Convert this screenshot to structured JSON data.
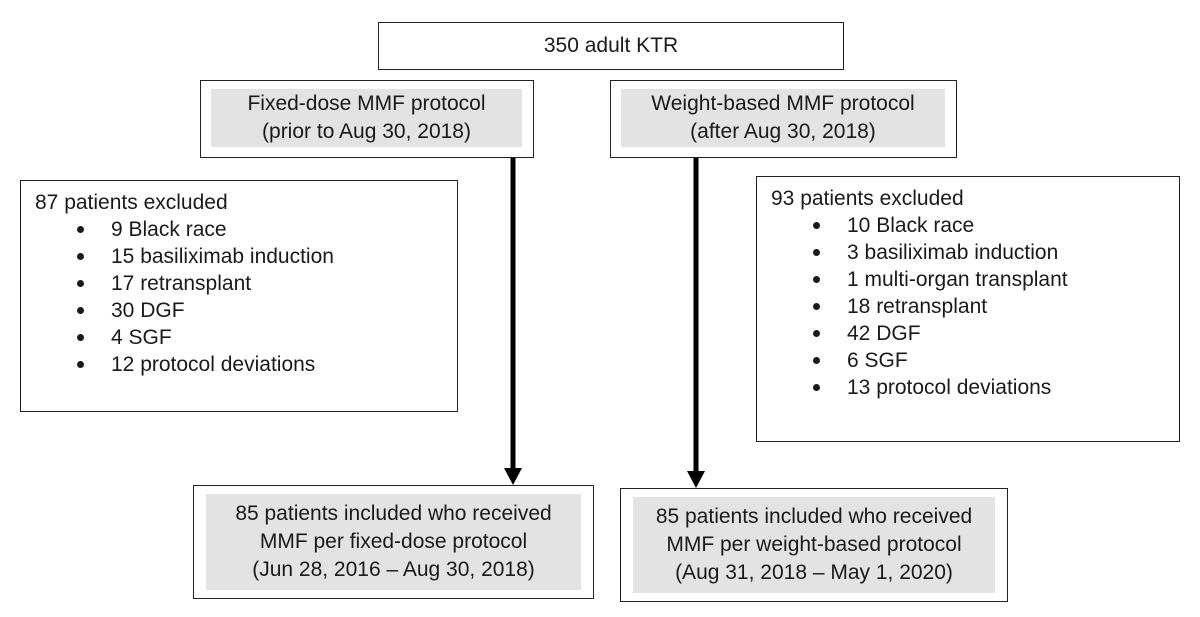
{
  "top": {
    "label": "350 adult KTR"
  },
  "left_protocol": {
    "line1": "Fixed-dose MMF protocol",
    "line2": "(prior to Aug 30, 2018)"
  },
  "right_protocol": {
    "line1": "Weight-based MMF protocol",
    "line2": "(after Aug 30, 2018)"
  },
  "left_excluded": {
    "header": "87 patients excluded",
    "items": [
      "9 Black race",
      "15 basiliximab induction",
      "17 retransplant",
      "30 DGF",
      "4 SGF",
      "12 protocol deviations"
    ]
  },
  "right_excluded": {
    "header": "93 patients excluded",
    "items": [
      "10 Black race",
      "3 basiliximab induction",
      "1 multi-organ transplant",
      "18 retransplant",
      "42 DGF",
      "6 SGF",
      "13 protocol deviations"
    ]
  },
  "left_included": {
    "line1": "85 patients included who received",
    "line2": "MMF per fixed-dose protocol",
    "line3": "(Jun 28, 2016 – Aug 30, 2018)"
  },
  "right_included": {
    "line1": "85 patients included who received",
    "line2": "MMF per weight-based protocol",
    "line3": "(Aug 31, 2018 – May 1, 2020)"
  }
}
